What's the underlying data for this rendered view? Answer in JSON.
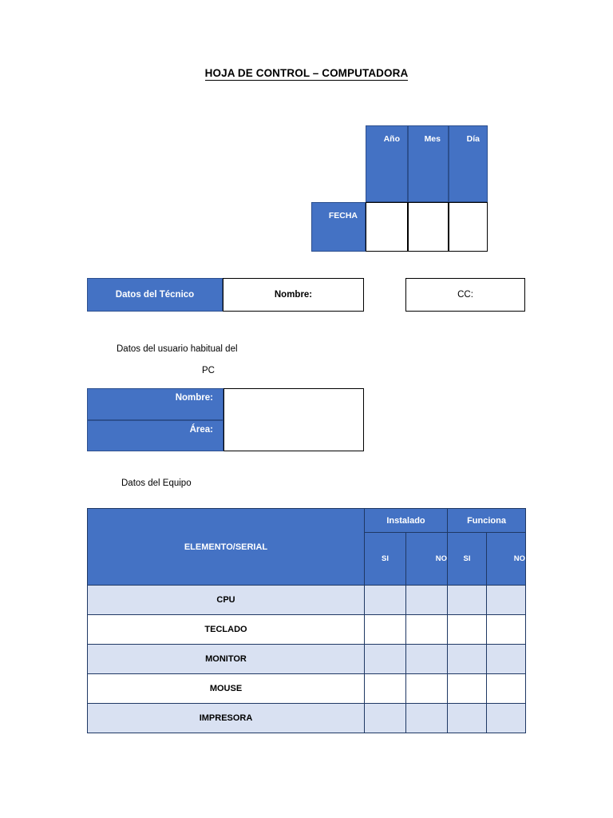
{
  "document": {
    "title": "HOJA DE CONTROL – COMPUTADORA"
  },
  "date_table": {
    "header": {
      "year": "Año",
      "month": "Mes",
      "day": "Día"
    },
    "row_label": "FECHA",
    "values": {
      "year": "",
      "month": "",
      "day": ""
    }
  },
  "technician": {
    "section_label": "Datos del Técnico",
    "name_label": "Nombre:",
    "name_value": "",
    "cc_label": "CC:",
    "cc_value": ""
  },
  "user": {
    "caption_line1": "Datos del usuario habitual del",
    "caption_line2": "PC",
    "name_label": "Nombre:",
    "area_label": "Área:",
    "name_value": "",
    "area_value": ""
  },
  "equipment": {
    "caption": "Datos del Equipo",
    "columns": {
      "element": "ELEMENTO/SERIAL",
      "installed": "Instalado",
      "works": "Funciona",
      "yes": "SI",
      "no": "NO"
    },
    "rows": [
      {
        "element": "CPU",
        "installed_si": "",
        "installed_no": "",
        "works_si": "",
        "works_no": ""
      },
      {
        "element": "TECLADO",
        "installed_si": "",
        "installed_no": "",
        "works_si": "",
        "works_no": ""
      },
      {
        "element": "MONITOR",
        "installed_si": "",
        "installed_no": "",
        "works_si": "",
        "works_no": ""
      },
      {
        "element": "MOUSE",
        "installed_si": "",
        "installed_no": "",
        "works_si": "",
        "works_no": ""
      },
      {
        "element": "IMPRESORA",
        "installed_si": "",
        "installed_no": "",
        "works_si": "",
        "works_no": ""
      }
    ]
  },
  "colors": {
    "header_blue": "#4472C4",
    "band_light_blue": "#D9E1F2",
    "border_dark": "#1F3864",
    "text_white": "#FFFFFF",
    "text_black": "#000000"
  }
}
